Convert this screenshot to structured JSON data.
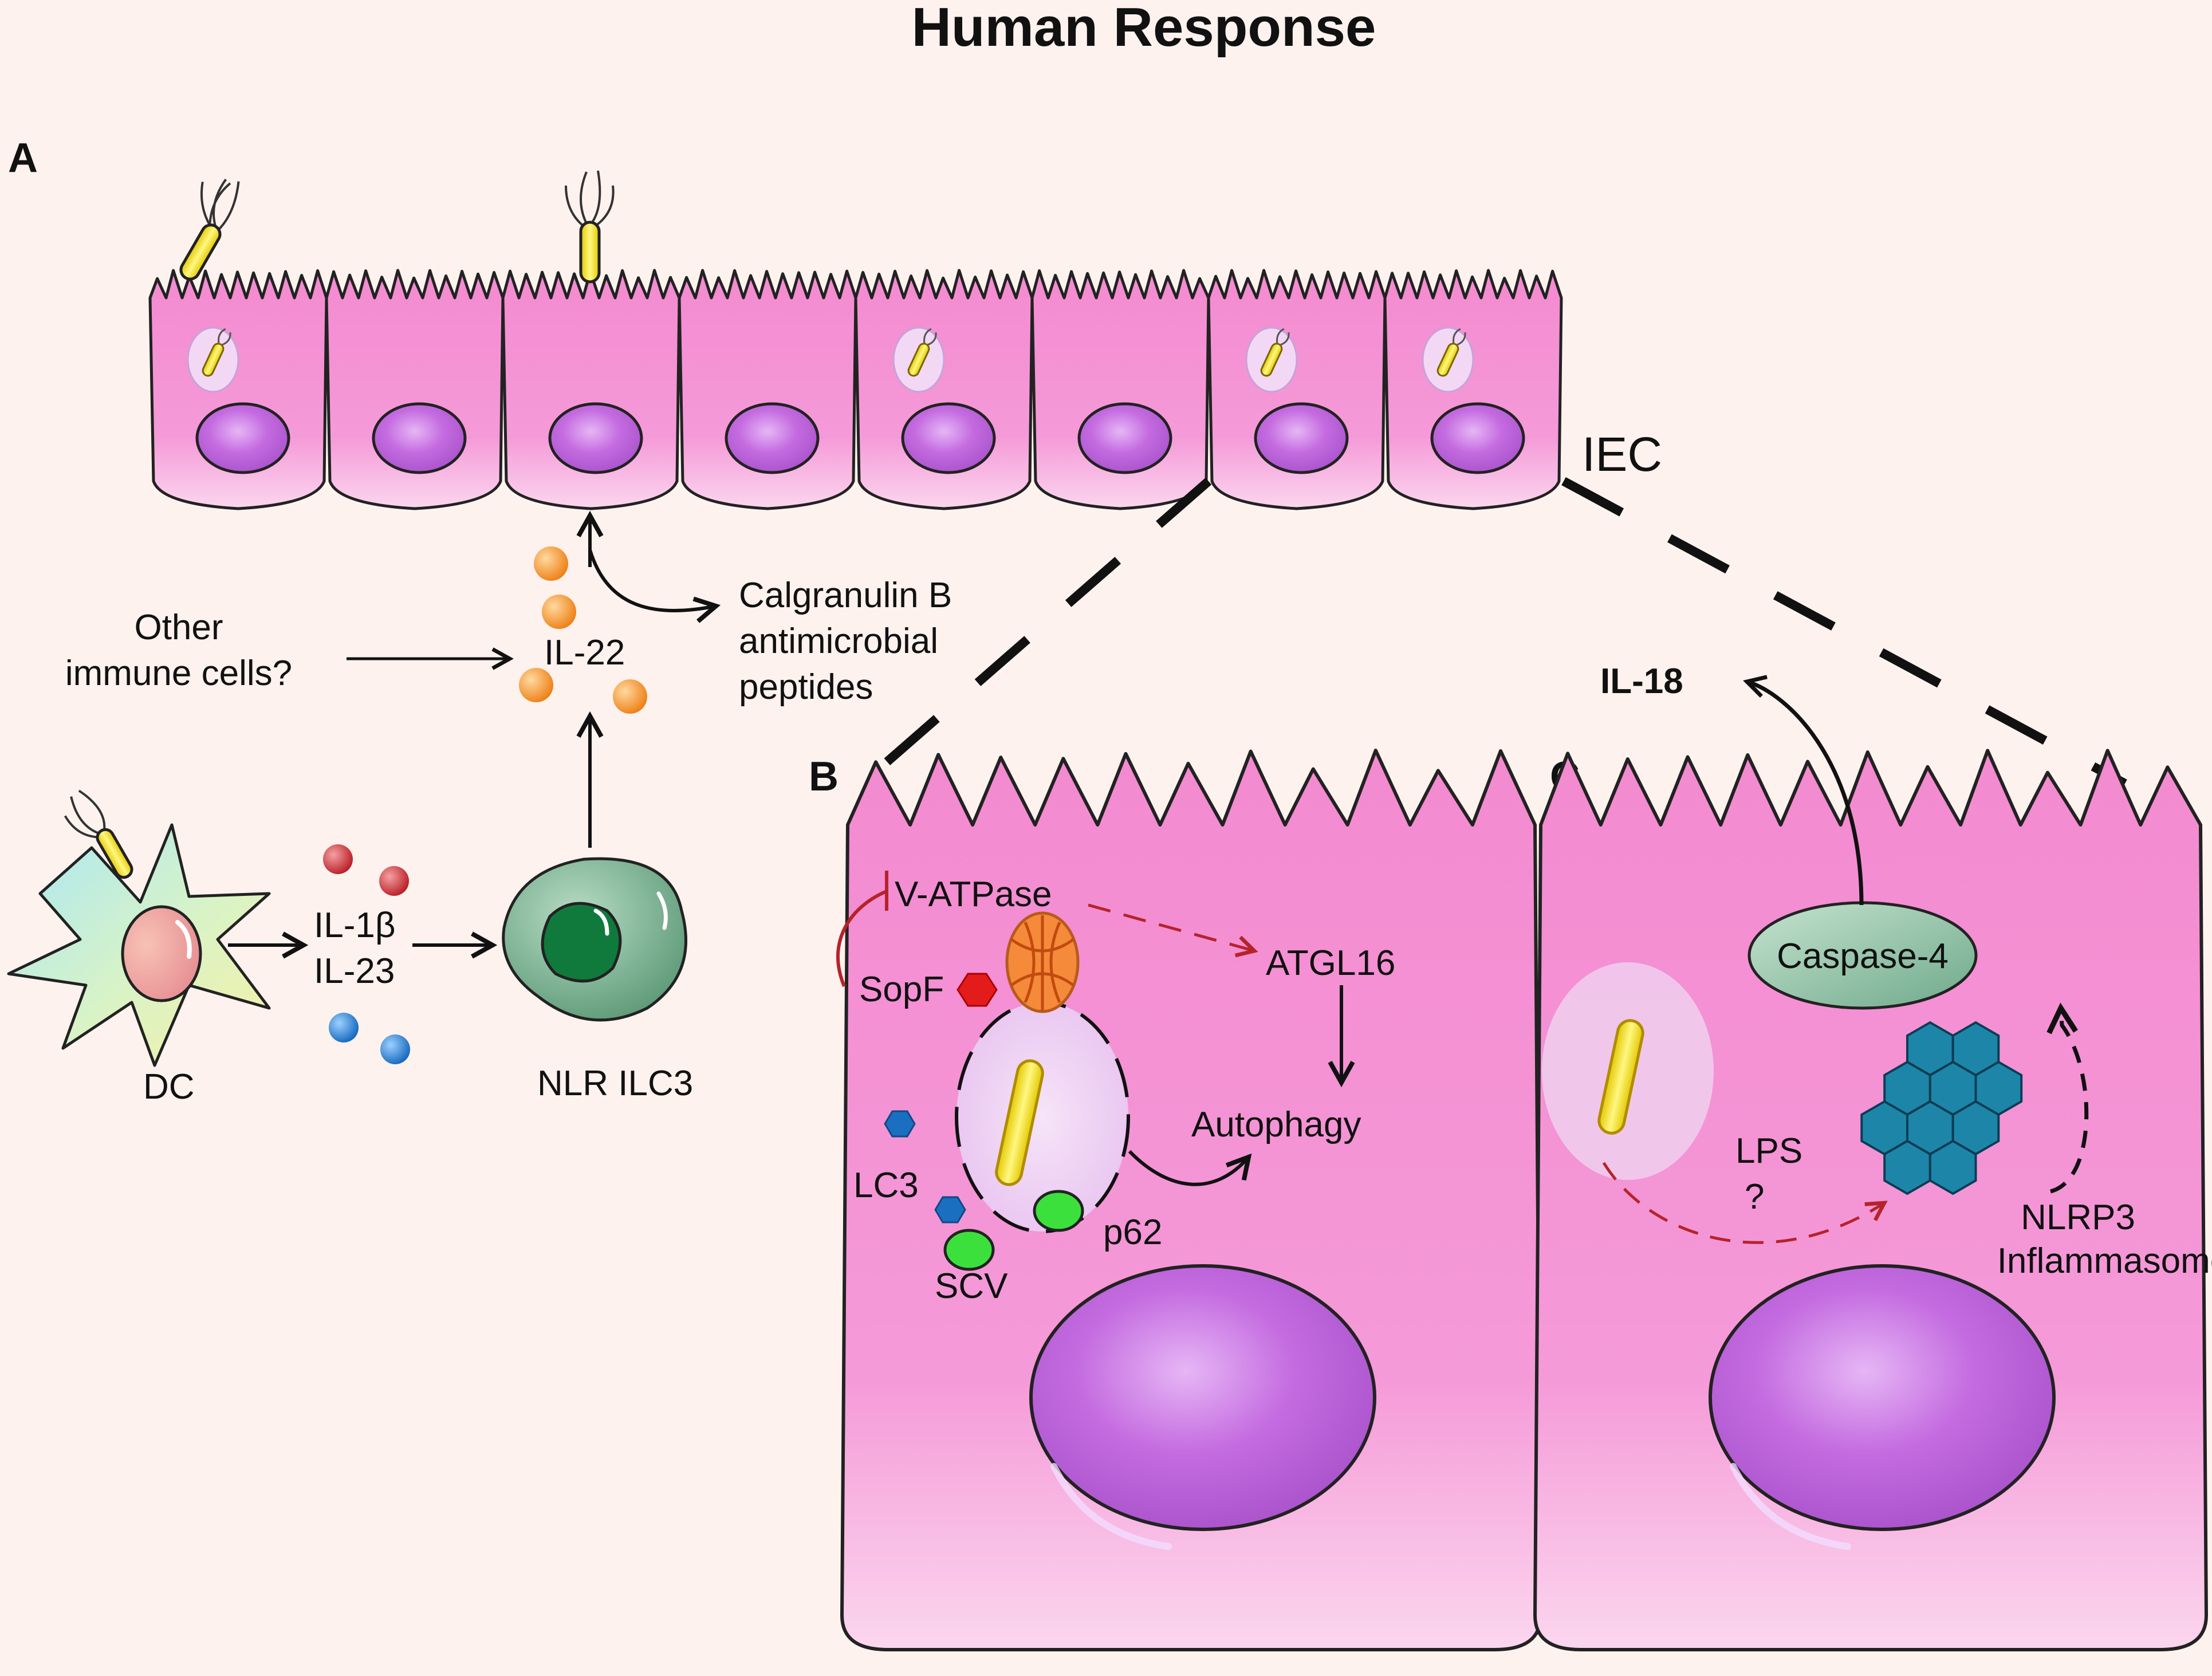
{
  "title": "Human Response",
  "panels": {
    "a": "A",
    "b": "B",
    "c": "C"
  },
  "panel_a": {
    "iec_label": "IEC",
    "il22": "IL-22",
    "other_line1": "Other",
    "other_line2": "immune cells?",
    "calgranulin_line1": "Calgranulin B",
    "calgranulin_line2": "antimicrobial",
    "calgranulin_line3": "peptides",
    "il1b": "IL-1β",
    "il23": "IL-23",
    "dc": "DC",
    "ilc3": "NLR ILC3"
  },
  "panel_b": {
    "vatpase": "V-ATPase",
    "atgl16": "ATGL16",
    "sopf": "SopF",
    "autophagy": "Autophagy",
    "lc3": "LC3",
    "p62": "p62",
    "scv": "SCV"
  },
  "panel_c": {
    "il18": "IL-18",
    "caspase4": "Caspase-4",
    "lps": "LPS",
    "question": "?",
    "nlrp3_line1": "NLRP3",
    "nlrp3_line2": "Inflammasome"
  },
  "colors": {
    "background": "#fdf2ee",
    "cell_pink": "#f58fd3",
    "nucleus": "#c26adf",
    "bacterium": "#f7e42a",
    "il22_orange": "#f6932a",
    "il1b_red": "#c9232b",
    "il23_blue": "#1a74c8",
    "ilc3_green": "#6fae8a",
    "inhibition_red": "#b5232a",
    "inflammasome_teal": "#1d86a8"
  }
}
